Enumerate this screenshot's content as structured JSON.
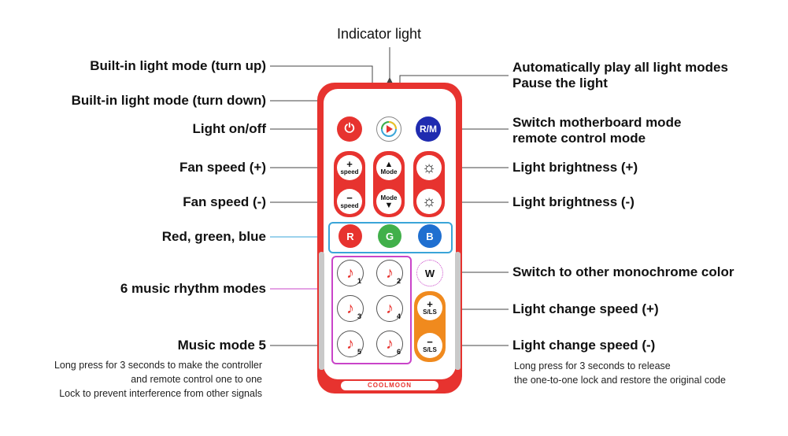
{
  "labels": {
    "indicator_light": "Indicator light",
    "builtin_up": "Built-in light mode (turn up)",
    "builtin_down": "Built-in light mode (turn down)",
    "light_onoff": "Light on/off",
    "fan_speed_plus": "Fan speed (+)",
    "fan_speed_minus": "Fan speed (-)",
    "rgb": "Red, green, blue",
    "music_modes": "6 music rhythm modes",
    "music_mode5": "Music mode 5",
    "auto_play_line1": "Automatically play all light modes",
    "auto_play_line2": "Pause the light",
    "switch_mb_line1": "Switch motherboard mode",
    "switch_mb_line2": "remote control mode",
    "brightness_plus": "Light brightness (+)",
    "brightness_minus": "Light brightness (-)",
    "monochrome": "Switch to other monochrome color",
    "change_speed_plus": "Light change speed (+)",
    "change_speed_minus": "Light change speed (-)"
  },
  "notes": {
    "left_line1": "Long press for 3 seconds to make the controller",
    "left_line2": "and remote control one to one",
    "left_line3": "Lock to prevent interference from other signals",
    "right_line1": "Long press for 3 seconds to release",
    "right_line2": "the one-to-one lock and restore the original code"
  },
  "remote": {
    "brand": "COOLMOON",
    "buttons": {
      "power_symbol": "⏻",
      "rm": "R/M",
      "speed": "speed",
      "plus": "+",
      "minus": "−",
      "mode": "Mode",
      "up_arrow": "▲",
      "down_arrow": "▼",
      "sun": "☼",
      "r": "R",
      "g": "G",
      "b": "B",
      "w": "W",
      "sls": "S/LS",
      "note_glyph": "♪",
      "music_numbers": [
        "1",
        "2",
        "3",
        "4",
        "5",
        "6"
      ]
    }
  },
  "colors": {
    "remote_red": "#e7332f",
    "rgb_box": "#3aa5d8",
    "music_box": "#c944c9",
    "speed_orange": "#f08a1e",
    "rm_blue": "#1f2bb0"
  }
}
